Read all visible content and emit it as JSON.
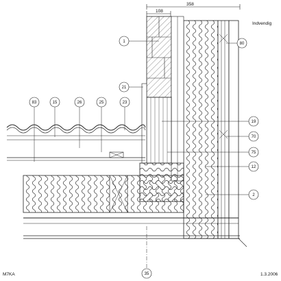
{
  "drawing": {
    "dimensions": {
      "overall": "358",
      "brick": "108"
    },
    "interior_label": "Indvendig",
    "callouts": {
      "c1": "1",
      "c80": "80",
      "c21": "21",
      "c83": "83",
      "c15": "15",
      "c26": "26",
      "c25": "25",
      "c23": "23",
      "c19": "19",
      "c70": "70",
      "c75": "75",
      "c12": "12",
      "c2": "2",
      "c35": "35"
    },
    "drawing_code": "M7KA",
    "date": "1.3.2006"
  }
}
